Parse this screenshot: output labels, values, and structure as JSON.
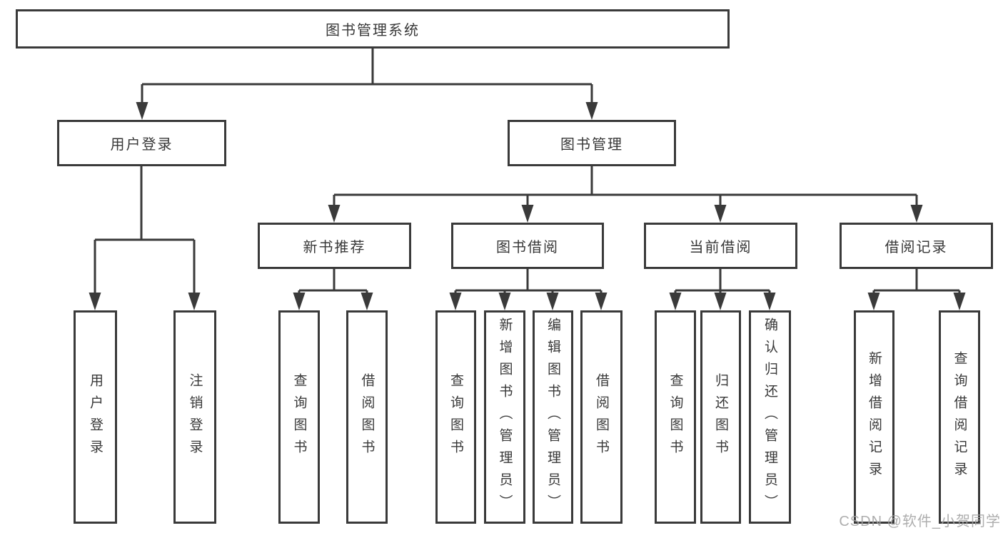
{
  "diagram_title": "图书管理系统",
  "tree": {
    "root": {
      "label": "图书管理系统"
    },
    "branches": [
      {
        "label": "用户登录",
        "children": [
          {
            "label": "用户登录"
          },
          {
            "label": "注销登录"
          }
        ]
      },
      {
        "label": "图书管理",
        "children": [
          {
            "label": "新书推荐",
            "children": [
              {
                "label": "查询图书"
              },
              {
                "label": "借阅图书"
              }
            ]
          },
          {
            "label": "图书借阅",
            "children": [
              {
                "label": "查询图书"
              },
              {
                "label": "新增图书（管理员）"
              },
              {
                "label": "编辑图书（管理员）"
              },
              {
                "label": "借阅图书"
              }
            ]
          },
          {
            "label": "当前借阅",
            "children": [
              {
                "label": "查询图书"
              },
              {
                "label": "归还图书"
              },
              {
                "label": "确认归还（管理员）"
              }
            ]
          },
          {
            "label": "借阅记录",
            "children": [
              {
                "label": "新增借阅记录"
              },
              {
                "label": "查询借阅记录"
              }
            ]
          }
        ]
      }
    ]
  },
  "watermark": {
    "text": "CSDN @软件_小贺同学"
  },
  "colors": {
    "line": "#3a3a3a",
    "box_border": "#3a3a3a",
    "box_fill": "#ffffff",
    "text": "#383838",
    "background": "#ffffff",
    "watermark": "#a3a3a3"
  }
}
